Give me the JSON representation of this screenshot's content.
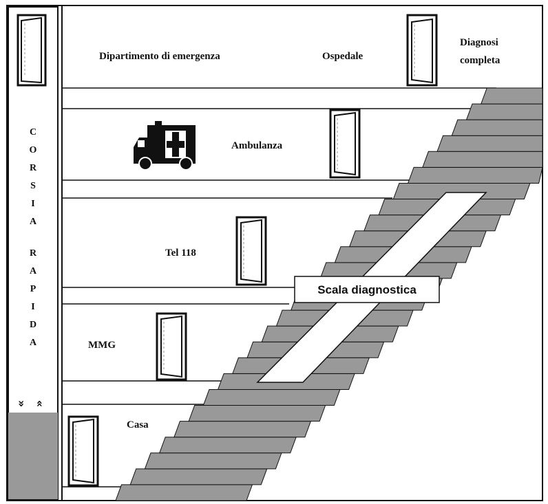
{
  "labels": {
    "emergency_department": "Dipartimento di emergenza",
    "hospital": "Ospedale",
    "complete_diagnosis_line1": "Diagnosi",
    "complete_diagnosis_line2": "completa",
    "ambulance": "Ambulanza",
    "phone_118": "Tel 118",
    "gp": "MMG",
    "home": "Casa",
    "diagnostic_ladder": "Scala diagnostica"
  },
  "fast_track": {
    "letters": [
      "C",
      "O",
      "R",
      "S",
      "I",
      "A",
      "R",
      "A",
      "P",
      "I",
      "D",
      "A"
    ],
    "arrows": [
      "»",
      "»"
    ]
  },
  "colors": {
    "stair_fill": "#999999",
    "stair_dark": "#7a7a7a",
    "outline": "#111111",
    "fast_track_fill": "#999999"
  }
}
